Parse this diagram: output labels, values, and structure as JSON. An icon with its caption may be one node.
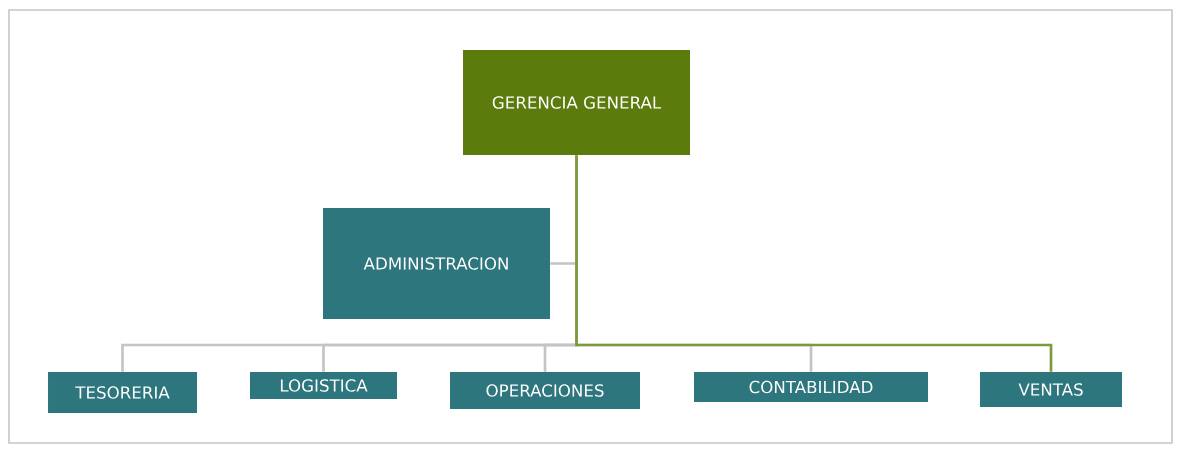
{
  "diagram": {
    "nodes": [
      {
        "text": [
          "GERENCIA GENERAL"
        ]
      },
      {
        "text": [
          "ADMINISTRACION"
        ]
      },
      {
        "text": [
          "TESORERIA"
        ]
      },
      {
        "text": [
          "LOGISTICA"
        ]
      },
      {
        "text": [
          "OPERACIONES"
        ]
      },
      {
        "text": [
          "CONTABILIDAD"
        ]
      },
      {
        "text": [
          "VENTAS"
        ]
      }
    ],
    "edges": [
      {
        "from": 0,
        "to": 1,
        "arrow": "none"
      },
      {
        "from": 0,
        "to": 2,
        "arrow": "none"
      },
      {
        "from": 0,
        "to": 3,
        "arrow": "none"
      },
      {
        "from": 0,
        "to": 4,
        "arrow": "none"
      },
      {
        "from": 0,
        "to": 5,
        "arrow": "none"
      },
      {
        "from": 0,
        "to": 6,
        "arrow": "none",
        "color": "#7a9a3c"
      }
    ]
  }
}
